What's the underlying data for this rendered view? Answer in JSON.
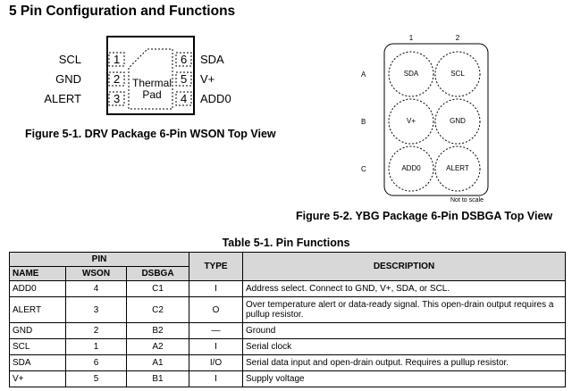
{
  "heading": "5 Pin Configuration and Functions",
  "wson": {
    "left_pins": [
      {
        "name": "SCL",
        "num": "1"
      },
      {
        "name": "GND",
        "num": "2"
      },
      {
        "name": "ALERT",
        "num": "3"
      }
    ],
    "right_pins": [
      {
        "name": "SDA",
        "num": "6"
      },
      {
        "name": "V+",
        "num": "5"
      },
      {
        "name": "ADD0",
        "num": "4"
      }
    ],
    "pad_line1": "Thermal",
    "pad_line2": "Pad",
    "caption": "Figure 5-1. DRV Package 6-Pin WSON Top View"
  },
  "dsbga": {
    "columns": [
      "1",
      "2"
    ],
    "rows": [
      "A",
      "B",
      "C"
    ],
    "balls": [
      [
        "SDA",
        "SCL"
      ],
      [
        "V+",
        "GND"
      ],
      [
        "ADD0",
        "ALERT"
      ]
    ],
    "note": "Not to scale",
    "caption": "Figure 5-2. YBG Package 6-Pin DSBGA Top View"
  },
  "table": {
    "caption": "Table 5-1. Pin Functions",
    "group_header": "PIN",
    "headers": {
      "name": "NAME",
      "wson": "WSON",
      "dsbga": "DSBGA",
      "type": "TYPE",
      "description": "DESCRIPTION"
    },
    "rows": [
      {
        "name": "ADD0",
        "wson": "4",
        "dsbga": "C1",
        "type": "I",
        "description": "Address select. Connect to GND, V+, SDA, or SCL."
      },
      {
        "name": "ALERT",
        "wson": "3",
        "dsbga": "C2",
        "type": "O",
        "description": "Over temperature alert or data-ready signal. This open-drain output requires a pullup resistor."
      },
      {
        "name": "GND",
        "wson": "2",
        "dsbga": "B2",
        "type": "—",
        "description": "Ground"
      },
      {
        "name": "SCL",
        "wson": "1",
        "dsbga": "A2",
        "type": "I",
        "description": "Serial clock"
      },
      {
        "name": "SDA",
        "wson": "6",
        "dsbga": "A1",
        "type": "I/O",
        "description": "Serial data input and open-drain output. Requires a pullup resistor."
      },
      {
        "name": "V+",
        "wson": "5",
        "dsbga": "B1",
        "type": "I",
        "description": "Supply voltage"
      }
    ]
  }
}
